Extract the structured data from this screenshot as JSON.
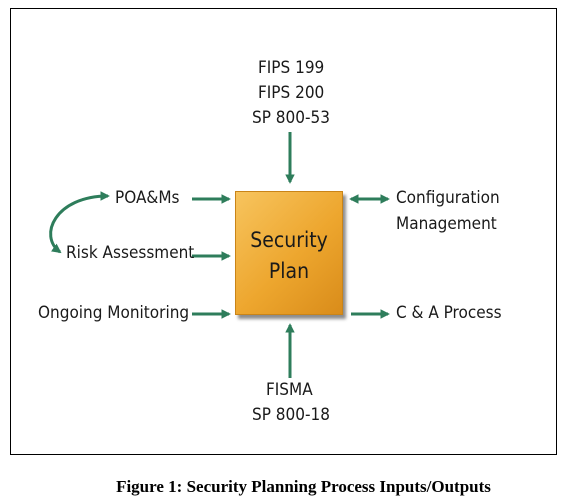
{
  "diagram": {
    "center": {
      "line1": "Security",
      "line2": "Plan"
    },
    "top_inputs": [
      "FIPS 199",
      "FIPS 200",
      "SP 800-53"
    ],
    "bottom_inputs": [
      "FISMA",
      "SP 800-18"
    ],
    "left_inputs": {
      "poams": "POA&Ms",
      "risk_assessment": "Risk Assessment",
      "ongoing_monitoring": "Ongoing Monitoring"
    },
    "right_outputs": {
      "configuration_line1": "Configuration",
      "configuration_line2": "Management",
      "ca_process": "C & A Process"
    },
    "colors": {
      "arrow": "#2e7d5b",
      "box_fill": "#f0ab34",
      "text": "#1a1a1a"
    }
  },
  "caption": "Figure 1: Security Planning Process Inputs/Outputs"
}
